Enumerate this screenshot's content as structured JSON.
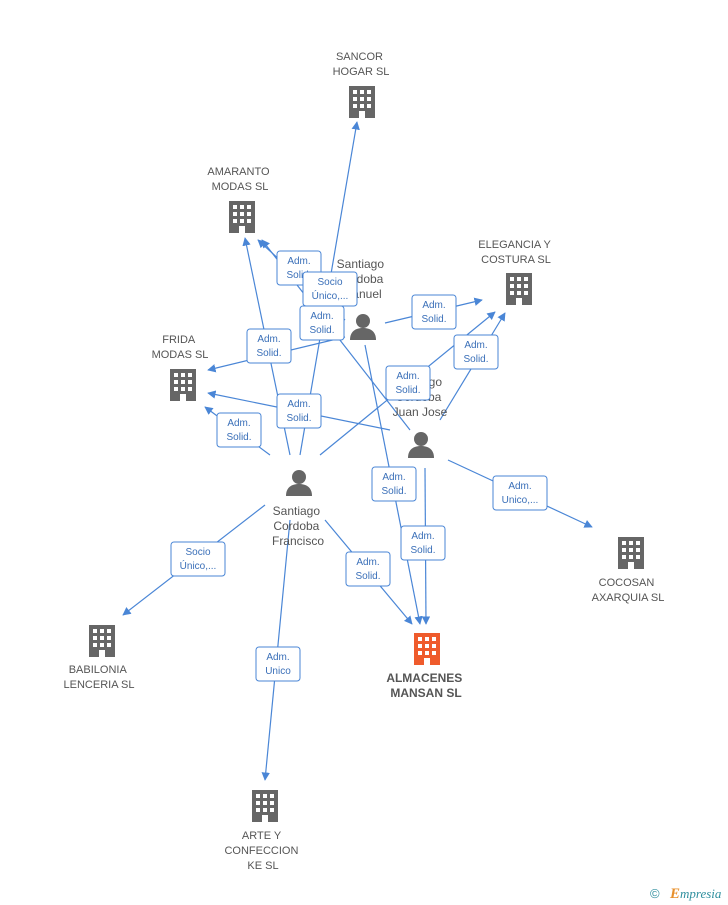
{
  "colors": {
    "edge": "#4a86d6",
    "building": "#666666",
    "building_main": "#ef5b2c",
    "person": "#666666",
    "brand": "#2f8f9e",
    "brand_accent": "#e8902c"
  },
  "companies": [
    {
      "id": "sancor",
      "lines": [
        "SANCOR",
        "HOGAR  SL"
      ],
      "main": false
    },
    {
      "id": "amaranto",
      "lines": [
        "AMARANTO",
        "MODAS SL"
      ],
      "main": false
    },
    {
      "id": "elegancia",
      "lines": [
        "ELEGANCIA Y",
        "COSTURA  SL"
      ],
      "main": false
    },
    {
      "id": "frida",
      "lines": [
        "FRIDA",
        "MODAS SL"
      ],
      "main": false
    },
    {
      "id": "cocosan",
      "lines": [
        "COCOSAN",
        "AXARQUIA  SL"
      ],
      "main": false
    },
    {
      "id": "babilonia",
      "lines": [
        "BABILONIA",
        "LENCERIA  SL"
      ],
      "main": false
    },
    {
      "id": "almacenes",
      "lines": [
        "ALMACENES",
        "MANSAN SL"
      ],
      "main": true
    },
    {
      "id": "arte",
      "lines": [
        "ARTE Y",
        "CONFECCION",
        "KE  SL"
      ],
      "main": false
    }
  ],
  "persons": [
    {
      "id": "manuel",
      "lines": [
        "Santiago",
        "Cordoba",
        "Manuel"
      ]
    },
    {
      "id": "juanjose",
      "lines": [
        "Santiago",
        "Cordoba",
        "Juan Jose"
      ]
    },
    {
      "id": "francisco",
      "lines": [
        "Santiago",
        "Cordoba",
        "Francisco"
      ]
    }
  ],
  "edge_labels": [
    {
      "id": "e1",
      "lines": [
        "Adm.",
        "Solid."
      ]
    },
    {
      "id": "e2",
      "lines": [
        "Socio",
        "Único,..."
      ]
    },
    {
      "id": "e3",
      "lines": [
        "Adm.",
        "Solid."
      ]
    },
    {
      "id": "e4",
      "lines": [
        "Adm.",
        "Solid."
      ]
    },
    {
      "id": "e5",
      "lines": [
        "Adm.",
        "Solid."
      ]
    },
    {
      "id": "e6",
      "lines": [
        "Adm.",
        "Solid."
      ]
    },
    {
      "id": "e7",
      "lines": [
        "Adm.",
        "Solid."
      ]
    },
    {
      "id": "e8",
      "lines": [
        "Adm.",
        "Solid."
      ]
    },
    {
      "id": "e9",
      "lines": [
        "Adm.",
        "Solid."
      ]
    },
    {
      "id": "e10",
      "lines": [
        "Adm.",
        "Solid."
      ]
    },
    {
      "id": "e11",
      "lines": [
        "Adm.",
        "Unico,..."
      ]
    },
    {
      "id": "e12",
      "lines": [
        "Adm.",
        "Solid."
      ]
    },
    {
      "id": "e13",
      "lines": [
        "Socio",
        "Único,..."
      ]
    },
    {
      "id": "e14",
      "lines": [
        "Adm.",
        "Solid."
      ]
    },
    {
      "id": "e15",
      "lines": [
        "Adm.",
        "Unico"
      ]
    }
  ],
  "footer": {
    "copyright": "©",
    "brand_initial": "E",
    "brand_rest": "mpresia"
  }
}
